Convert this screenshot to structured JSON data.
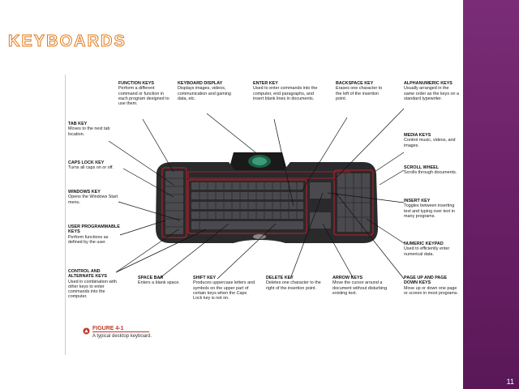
{
  "slide": {
    "title": "KEYBOARDS",
    "number": "11"
  },
  "callouts": {
    "function_keys": {
      "h": "FUNCTION KEYS",
      "d": "Perform a different command or function in each program designed to use them."
    },
    "keyboard_display": {
      "h": "KEYBOARD DISPLAY",
      "d": "Displays images, videos, communication and gaming data, etc."
    },
    "enter_key": {
      "h": "ENTER KEY",
      "d": "Used to enter commands into the computer, end paragraphs, and insert blank lines in documents."
    },
    "backspace_key": {
      "h": "BACKSPACE KEY",
      "d": "Erases one character to the left of the insertion point."
    },
    "alphanumeric_keys": {
      "h": "ALPHANUMERIC KEYS",
      "d": "Usually arranged in the same order as the keys on a standard typewriter."
    },
    "tab_key": {
      "h": "TAB KEY",
      "d": "Moves to the next tab location."
    },
    "caps_lock_key": {
      "h": "CAPS LOCK KEY",
      "d": "Turns all caps on or off."
    },
    "windows_key": {
      "h": "WINDOWS KEY",
      "d": "Opens the Windows Start menu."
    },
    "user_programmable_keys": {
      "h": "USER PROGRAMMABLE KEYS",
      "d": "Perform functions as defined by the user."
    },
    "control_alternate_keys": {
      "h": "CONTROL AND ALTERNATE KEYS",
      "d": "Used in combination with other keys to enter commands into the computer."
    },
    "media_keys": {
      "h": "MEDIA KEYS",
      "d": "Control music, videos, and images."
    },
    "scroll_wheel": {
      "h": "SCROLL WHEEL",
      "d": "Scrolls through documents."
    },
    "insert_key": {
      "h": "INSERT KEY",
      "d": "Toggles between inserting text and typing over text in many programs."
    },
    "numeric_keypad": {
      "h": "NUMERIC KEYPAD",
      "d": "Used to efficiently enter numerical data."
    },
    "space_bar": {
      "h": "SPACE BAR",
      "d": "Enters a blank space."
    },
    "shift_key": {
      "h": "SHIFT KEY",
      "d": "Produces uppercase letters and symbols on the upper part of certain keys when the Caps Lock key is not on."
    },
    "delete_key": {
      "h": "DELETE KEY",
      "d": "Deletes one character to the right of the insertion point."
    },
    "arrow_keys": {
      "h": "ARROW KEYS",
      "d": "Move the cursor around a document without disturbing existing text."
    },
    "page_up_down_keys": {
      "h": "PAGE UP AND PAGE DOWN KEYS",
      "d": "Move up or down one page or screen in most programs."
    }
  },
  "figure": {
    "label": "FIGURE 4-1",
    "caption": "A typical desktop keyboard."
  },
  "colors": {
    "sidebar": "#6a2066",
    "title_outline": "#e07a1a",
    "figure_label": "#c0392b",
    "keyboard_accent": "#c0202a"
  }
}
